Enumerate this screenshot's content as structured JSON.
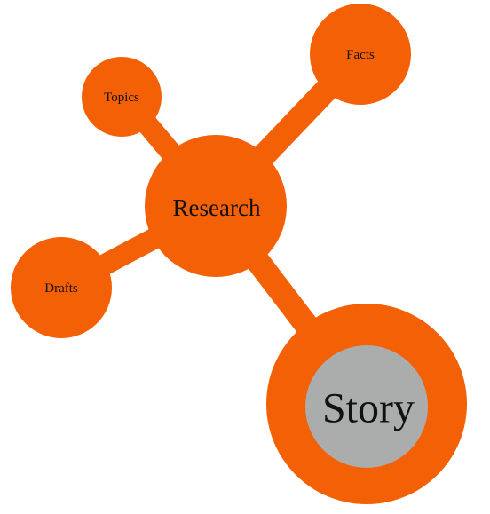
{
  "colors": {
    "node": "#f46005",
    "connector": "#f46005",
    "core": "#abadac",
    "text": "#111111",
    "background": "#ffffff"
  },
  "nodes": {
    "research": {
      "label": "Research"
    },
    "facts": {
      "label": "Facts"
    },
    "topics": {
      "label": "Topics"
    },
    "drafts": {
      "label": "Drafts"
    },
    "story": {
      "label": "Story"
    }
  }
}
